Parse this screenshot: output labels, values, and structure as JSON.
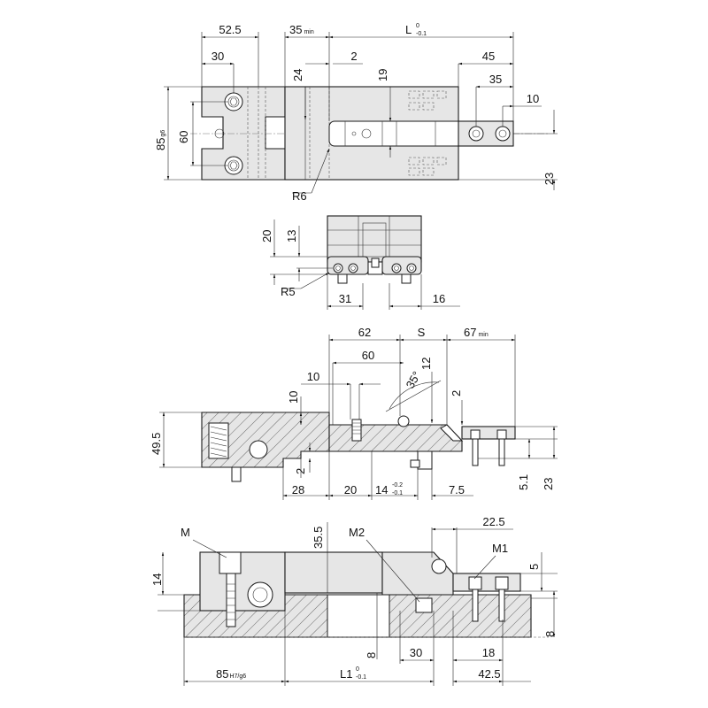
{
  "top_view": {
    "d_52_5": "52.5",
    "d_35min": "35",
    "d_35min_sub": "min",
    "d_L": "L",
    "d_L_tol_upper": "0",
    "d_L_tol_lower": "-0.1",
    "d_30": "30",
    "d_2": "2",
    "d_45": "45",
    "d_24": "24",
    "d_19": "19",
    "d_35": "35",
    "d_10": "10",
    "d_85": "85",
    "d_85_sub": "g6",
    "d_60": "60",
    "d_23": "23",
    "r6": "R6"
  },
  "side_view": {
    "d_20": "20",
    "d_13": "13",
    "r5": "R5",
    "d_31": "31",
    "d_16": "16"
  },
  "section_view": {
    "d_62": "62",
    "d_S": "S",
    "d_67min": "67",
    "d_67min_sub": "min",
    "d_60": "60",
    "d_12": "12",
    "d_10": "10",
    "d_35deg": "35°",
    "d_2_top": "2",
    "d_10_v": "10",
    "d_49_5": "49.5",
    "d_2_v": "2",
    "d_28": "28",
    "d_20": "20",
    "d_14": "14",
    "d_14_tol_upper": "-0.2",
    "d_14_tol_lower": "-0.1",
    "d_7_5": "7.5",
    "d_5_1": "5.1",
    "d_23": "23"
  },
  "install_view": {
    "lbl_M": "M",
    "d_35_5": "35.5",
    "lbl_M2": "M2",
    "d_22_5": "22.5",
    "lbl_M1": "M1",
    "d_14": "14",
    "d_5": "5",
    "d_8_right": "8",
    "d_8_mid": "8",
    "d_30": "30",
    "d_18": "18",
    "d_85": "85",
    "d_85_sub": "H7/g6",
    "d_L1": "L1",
    "d_L1_tol_upper": "0",
    "d_L1_tol_lower": "-0.1",
    "d_42_5": "42.5"
  }
}
